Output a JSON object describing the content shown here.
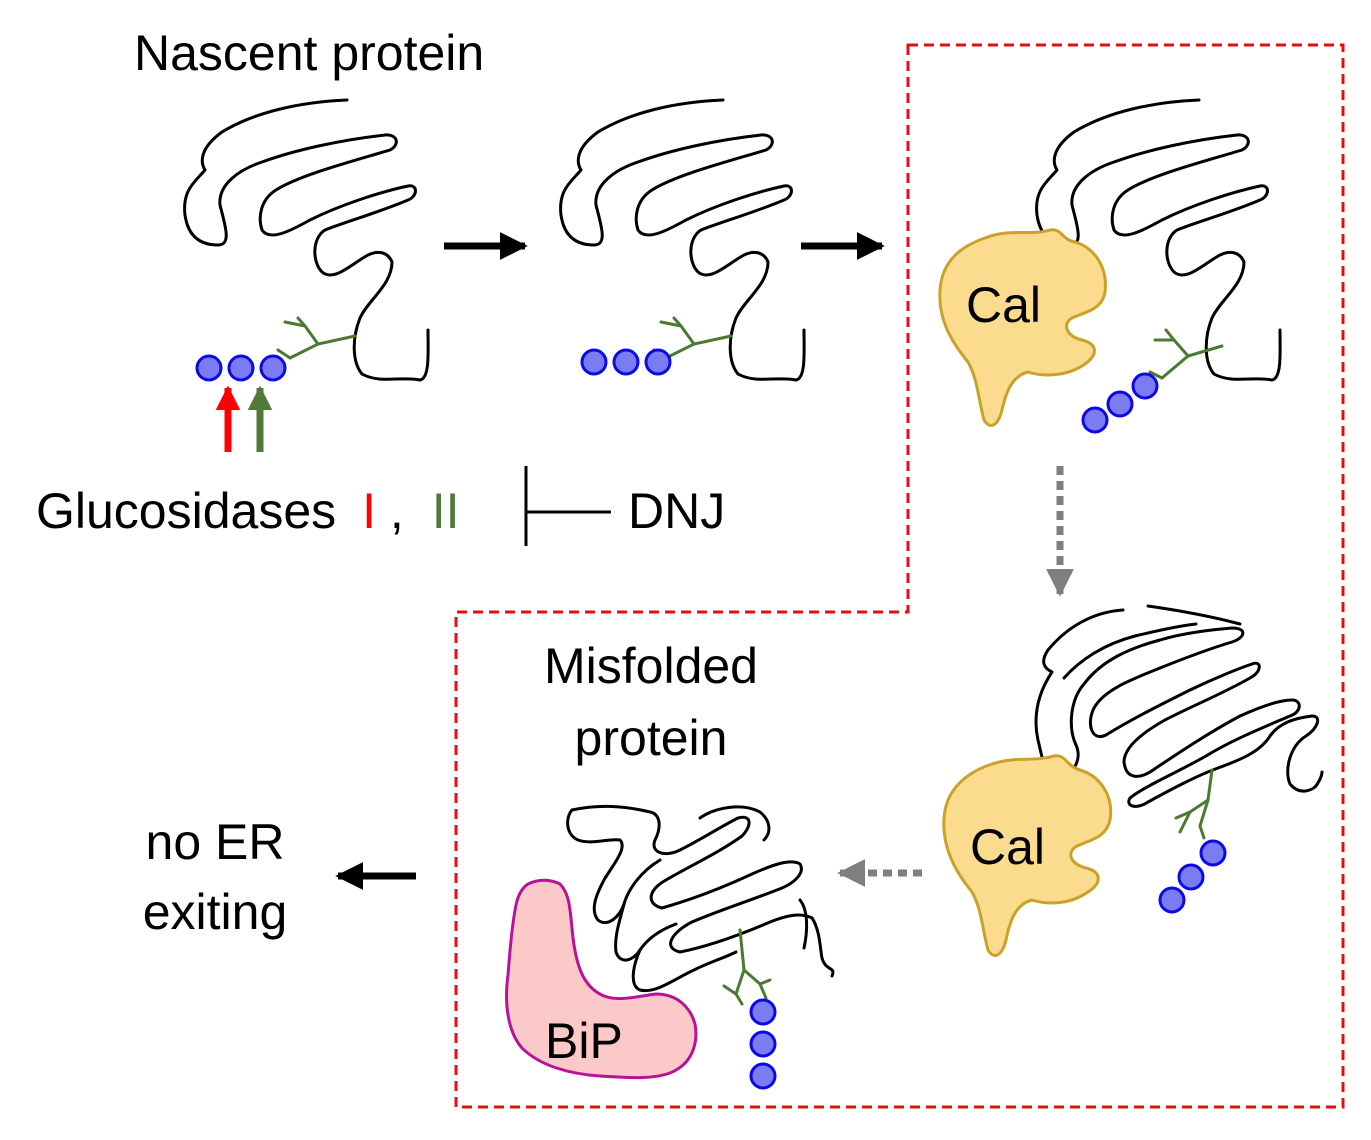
{
  "labels": {
    "nascent_protein": "Nascent protein",
    "glucosidases": "Glucosidases",
    "glucosidase_1": "I",
    "comma": ",",
    "glucosidase_2": "II",
    "dnj": "DNJ",
    "cal_1": "Cal",
    "cal_2": "Cal",
    "misfolded_line1": "Misfolded",
    "misfolded_line2": "protein",
    "bip": "BiP",
    "no_er_line1": "no ER",
    "no_er_line2": "exiting"
  },
  "colors": {
    "glucose_fill": "#7b7bf2",
    "glucose_stroke": "#0a0ae6",
    "glycan_branch": "#4a7a32",
    "glucosidase_1": "#ff0000",
    "glucosidase_2": "#4f7a38",
    "calnexin_fill": "#fbdc8f",
    "calnexin_stroke": "#c9a227",
    "bip_fill": "#fcc9c9",
    "bip_stroke": "#b8129a",
    "boundary": "#e01010",
    "dotted_arrow": "#7f7f7f"
  }
}
